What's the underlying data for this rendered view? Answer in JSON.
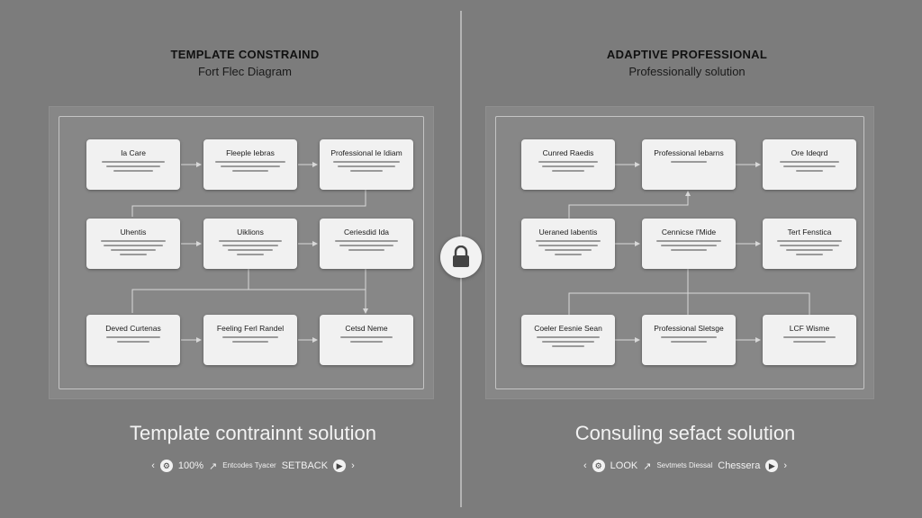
{
  "left": {
    "title": "TEMPLATE CONSTRAIND",
    "subtitle": "Fort Flec Diagram",
    "caption": "Template contrainnt solution",
    "footer": {
      "left_mark": "‹",
      "value": "100%",
      "sub": "↗",
      "small": "Entcodes Tyacer",
      "action": "SETBACK",
      "right_mark": "›"
    },
    "cards": [
      {
        "label": "Ia Care",
        "bars": [
          3
        ]
      },
      {
        "label": "Fleeple Iebras",
        "bars": [
          3
        ]
      },
      {
        "label": "Professional Ie Idiam",
        "bars": [
          3
        ]
      },
      {
        "label": "Uhentis",
        "bars": [
          4
        ]
      },
      {
        "label": "Uiklions",
        "bars": [
          4
        ]
      },
      {
        "label": "Ceriesdid Ida",
        "bars": [
          3
        ]
      },
      {
        "label": "Deved Curtenas",
        "bars": [
          2
        ]
      },
      {
        "label": "Feeling Ferl Randel",
        "bars": [
          2
        ]
      },
      {
        "label": "Cetsd Neme",
        "bars": [
          2
        ]
      }
    ]
  },
  "right": {
    "title": "ADAPTIVE PROFESSIONAL",
    "subtitle": "Professionally solution",
    "caption": "Consuling sefact solution",
    "footer": {
      "left_mark": "‹",
      "value": "LOOK",
      "sub": "↗",
      "small": "Sevtmets Diessal",
      "action": "Chessera",
      "right_mark": "›"
    },
    "cards": [
      {
        "label": "Cunred Raedis",
        "bars": [
          3
        ]
      },
      {
        "label": "Professional Iebarns",
        "bars": [
          1
        ]
      },
      {
        "label": "Ore Ideqrd",
        "bars": [
          3
        ]
      },
      {
        "label": "Ueraned Iabentis",
        "bars": [
          4
        ]
      },
      {
        "label": "Cennicse I'Mide",
        "bars": [
          3
        ]
      },
      {
        "label": "Tert Fenstica",
        "bars": [
          4
        ]
      },
      {
        "label": "Coeler Eesnie Sean",
        "bars": [
          3
        ]
      },
      {
        "label": "Professional Sletsge",
        "bars": [
          2
        ]
      },
      {
        "label": "LCF Wisme",
        "bars": [
          2
        ]
      }
    ]
  },
  "lock_icon": "lock-icon"
}
